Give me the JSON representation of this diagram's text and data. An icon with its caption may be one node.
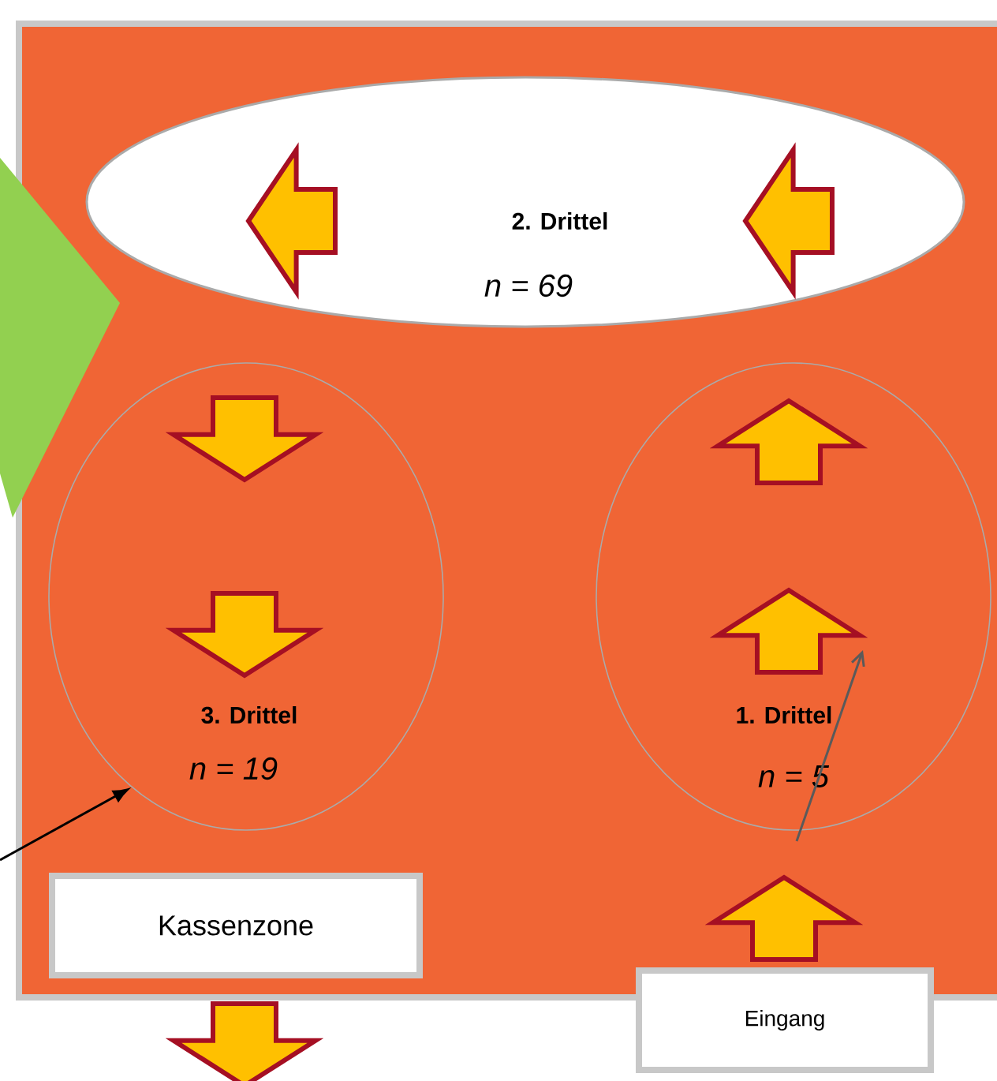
{
  "diagram": {
    "nodes": [
      {
        "text": [
          "2. Drittel",
          "n = 69"
        ]
      },
      {
        "text": [
          "3. Drittel",
          "n = 19"
        ]
      },
      {
        "text": [
          "1. Drittel",
          "n = 5"
        ]
      },
      {
        "text": [
          "Kassenzone"
        ]
      },
      {
        "text": [
          "Eingang"
        ]
      },
      {
        "text": [],
        "shape": "triangle"
      }
    ],
    "edges": [
      {
        "from": null,
        "to": 1,
        "arrow": "to"
      },
      {
        "from": 4,
        "to": 2,
        "arrow": "to",
        "style": "thick"
      },
      {
        "from": 3,
        "to": null,
        "arrow": "to",
        "style": "thick"
      }
    ]
  }
}
